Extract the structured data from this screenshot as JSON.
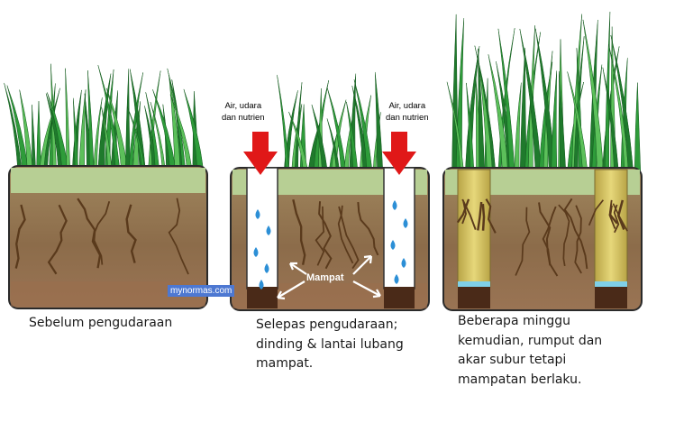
{
  "panels": [
    {
      "id": "before",
      "caption": "Sebelum pengudaraan"
    },
    {
      "id": "after",
      "inflow_label_left_line1": "Air, udara",
      "inflow_label_left_line2": "dan nutrien",
      "inflow_label_right_line1": "Air, udara",
      "inflow_label_right_line2": "dan nutrien",
      "compacted_label": "Mampat",
      "caption_line1": "Selepas pengudaraan;",
      "caption_line2": "dinding & lantai lubang",
      "caption_line3": "mampat."
    },
    {
      "id": "weeks-later",
      "caption_line1": "Beberapa minggu",
      "caption_line2": "kemudian, rumput dan",
      "caption_line3": "akar subur tetapi",
      "caption_line4": "mampatan berlaku."
    }
  ],
  "watermark": "mynormas.com",
  "colors": {
    "grass_dark": "#1f7a2c",
    "grass_mid": "#2e9c3a",
    "grass_light": "#5cc05a",
    "thatch": "#a9c98c",
    "soil_top": "#9b8d5a",
    "soil": "#8a6a4a",
    "soil_dark": "#6a4a30",
    "crack": "#5a3a1c",
    "hole": "#ffffff",
    "arrow_red": "#e01818",
    "water_drop": "#2c8fd6",
    "root_fill": "#d8c45a",
    "plug_dark": "#4a2a18"
  }
}
